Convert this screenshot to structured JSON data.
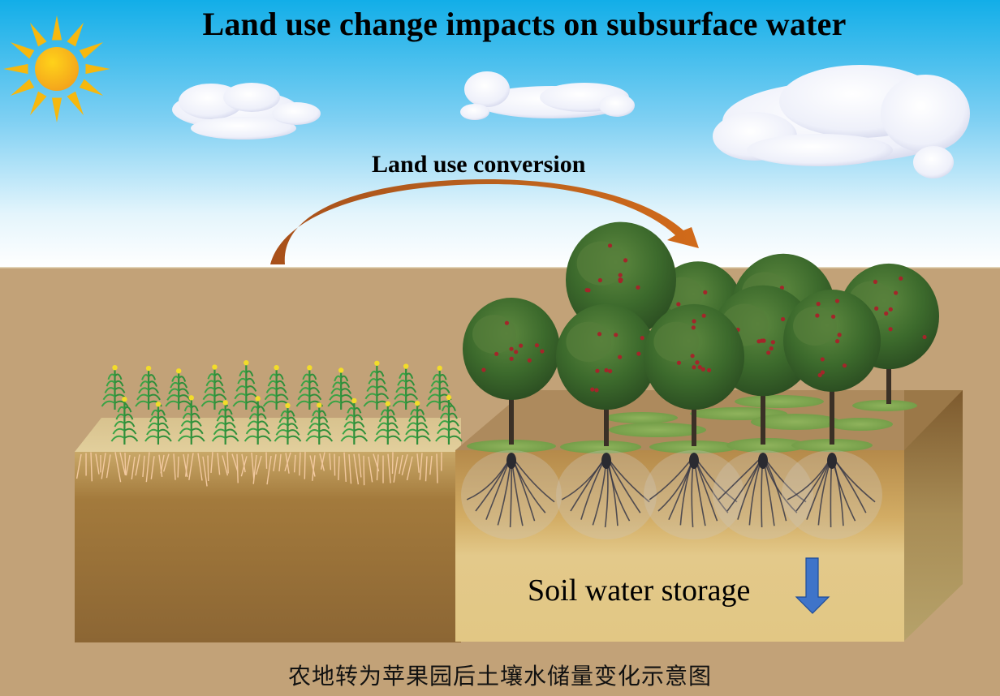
{
  "title": "Land use change impacts on subsurface water",
  "conversion_arrow": {
    "label": "Land use conversion",
    "color": "#c0601a"
  },
  "left_block": {
    "land_use": "farmland (corn crops)",
    "root_color": "#f2c9a0"
  },
  "right_block": {
    "land_use": "apple orchard",
    "indicator_label": "Soil water storage",
    "indicator_direction": "down",
    "indicator_color": "#3f74c9"
  },
  "caption": "农地转为苹果园后土壤水储量变化示意图",
  "colors": {
    "sky_top": "#12aee8",
    "sky_bottom": "#ffffff",
    "ground": "#c2a278",
    "sun": "#f6b80e",
    "arrow": "#c0601a",
    "left_soil": "#9a7338",
    "right_soil": "#e1c784"
  }
}
